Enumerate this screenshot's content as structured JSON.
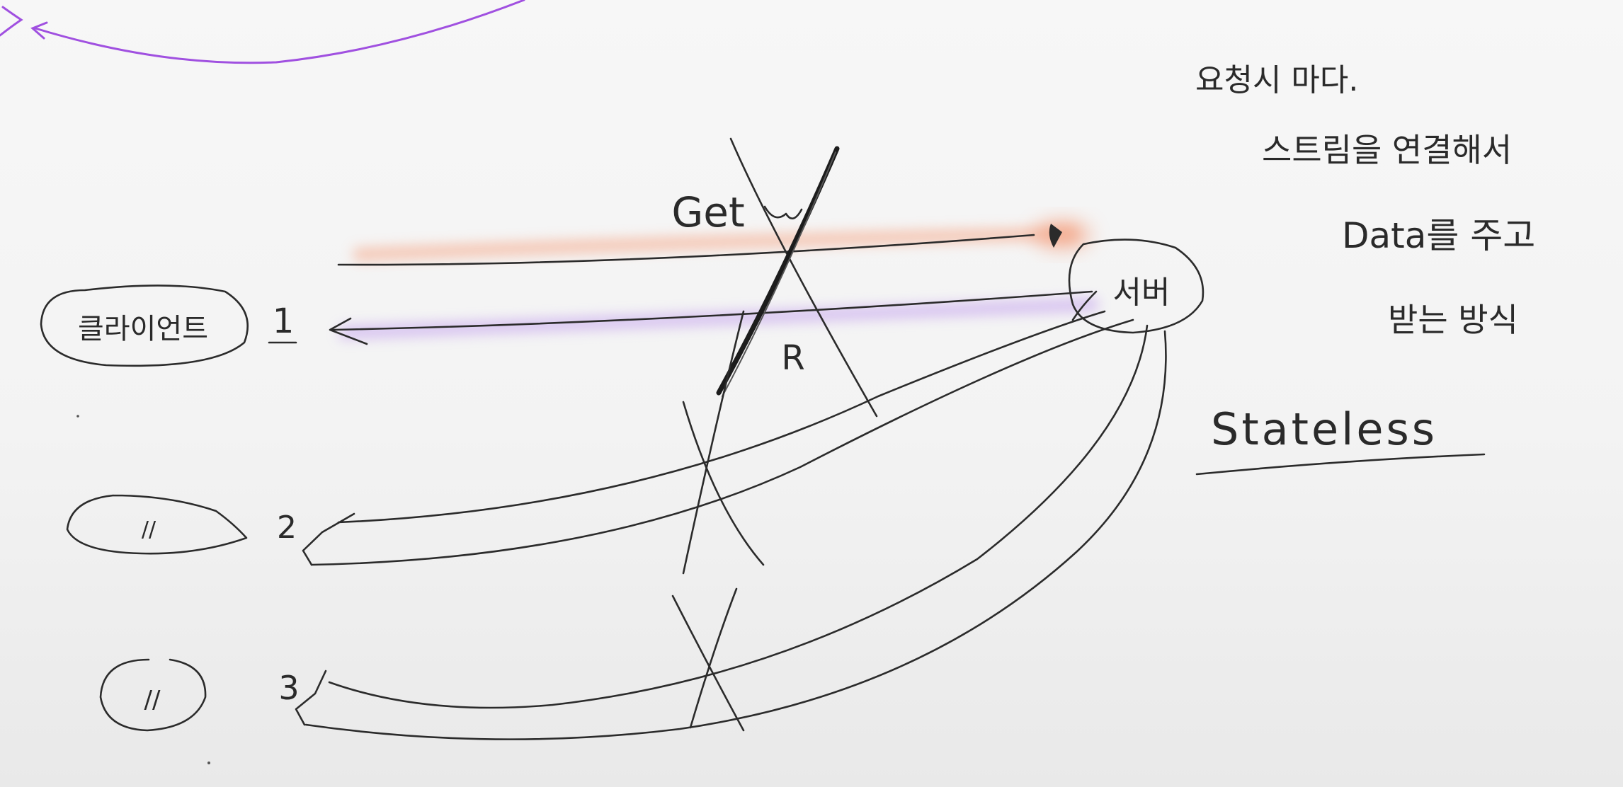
{
  "diagram": {
    "client_label": "클라이언트",
    "client_index_1": "1",
    "client_index_2": "2",
    "client_index_3": "3",
    "ditto_mark_1": "//",
    "ditto_mark_2": "//",
    "server_label": "서버",
    "get_label": "Get",
    "response_label": "R"
  },
  "notes": {
    "line_1": "요청시 마다.",
    "line_2": "스트림을 연결해서",
    "line_3": "Data를 주고",
    "line_4": "받는 방식",
    "keyword": "Stateless"
  },
  "colors": {
    "ink": "#2b2b2b",
    "purple": "#a050e0",
    "orange_highlight": "#f5b49a",
    "purple_highlight": "#c8a8ee"
  }
}
